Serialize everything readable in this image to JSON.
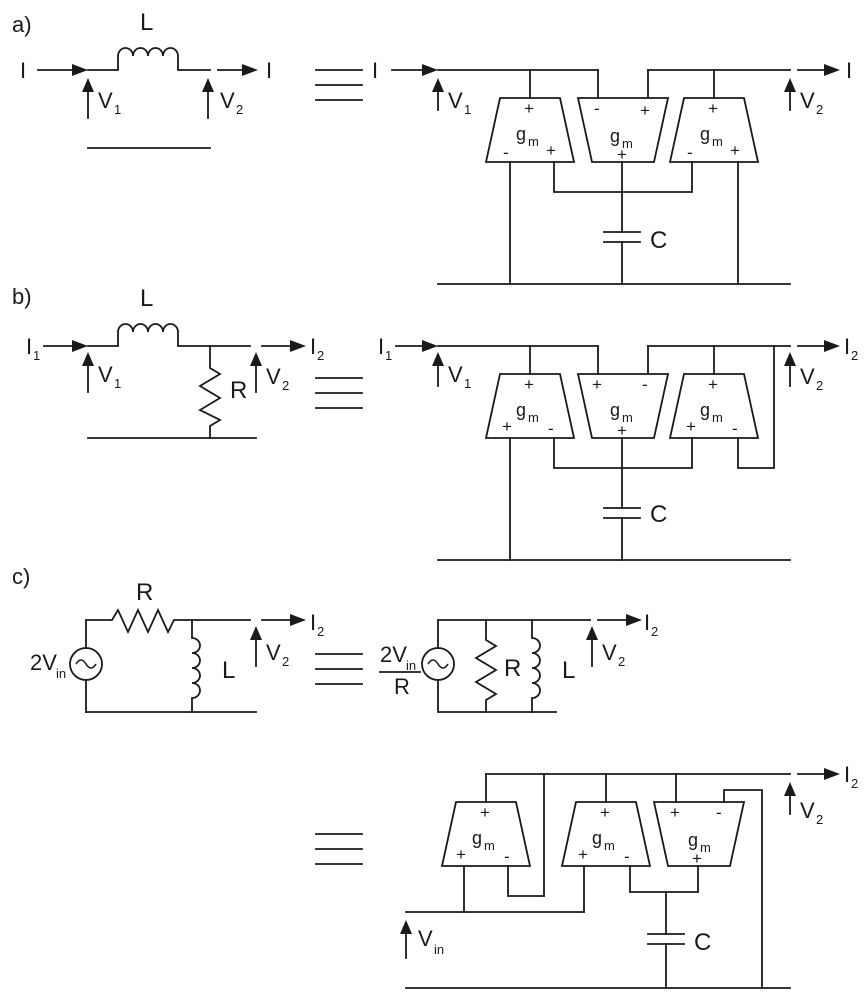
{
  "panels": {
    "a": "a)",
    "b": "b)",
    "c": "c)"
  },
  "components": {
    "inductor": "L",
    "resistor": "R",
    "capacitor": "C",
    "ota_main": "g",
    "ota_sub": "m"
  },
  "signals": {
    "current": "I",
    "current_1": "1",
    "current_2": "2",
    "voltage": "V",
    "voltage_1": "1",
    "voltage_2": "2",
    "in_sub": "in",
    "source_coeff": "2V",
    "source_denominator": "R"
  },
  "equivalence_symbol": "≡",
  "pin_signs": {
    "plus": "+",
    "minus": "-"
  },
  "colors": {
    "ink": "#1a1a1a",
    "background": "#ffffff"
  }
}
